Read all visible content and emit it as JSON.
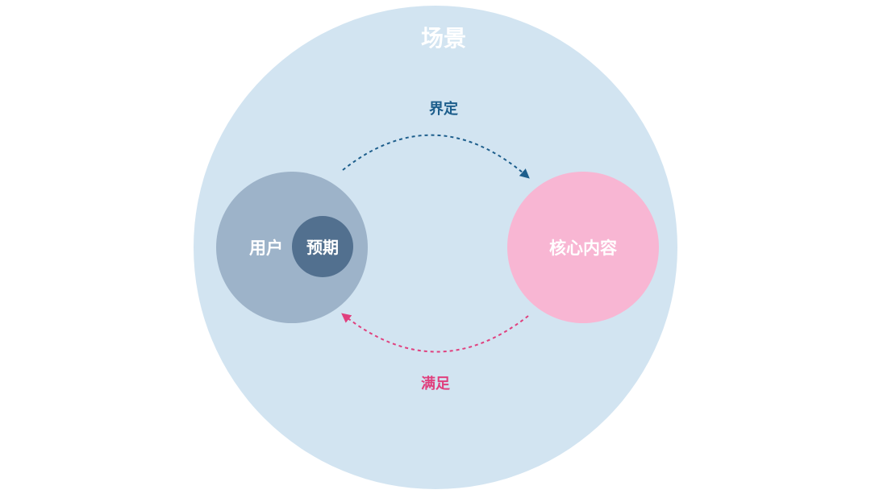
{
  "scene": {
    "title": "场景",
    "color": "#d2e4f1",
    "title_color": "#ffffff"
  },
  "user": {
    "label": "用户",
    "color": "#9db3c9",
    "label_color": "#ffffff"
  },
  "expectation": {
    "label": "预期",
    "color": "#52708f",
    "label_color": "#ffffff"
  },
  "core": {
    "label": "核心内容",
    "color": "#f8b6d3",
    "label_color": "#ffffff"
  },
  "arrows": {
    "define": {
      "label": "界定",
      "color": "#1d5e8c"
    },
    "satisfy": {
      "label": "满足",
      "color": "#e0407e"
    }
  }
}
